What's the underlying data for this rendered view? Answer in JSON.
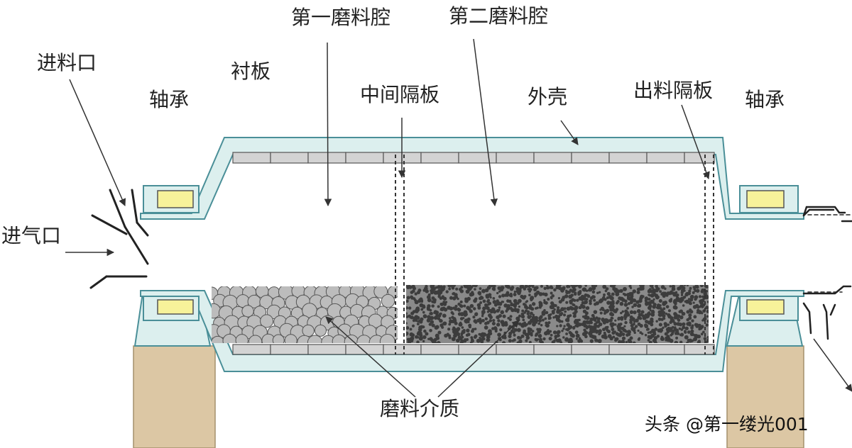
{
  "diagram": {
    "labels": {
      "chamber1": "第一磨料腔",
      "chamber2": "第二磨料腔",
      "feed_inlet": "进料口",
      "liner": "衬板",
      "bearing_left": "轴承",
      "middle_partition": "中间隔板",
      "shell": "外壳",
      "discharge_partition": "出料隔板",
      "bearing_right": "轴承",
      "air_inlet": "进气口",
      "grinding_media": "磨料介质"
    },
    "watermark": "头条 @第一缕光001",
    "colors": {
      "shell_fill": "#dcefee",
      "shell_stroke": "#4a8f98",
      "liner_fill": "#d3d3d3",
      "bearing_fill": "#f7f29a",
      "support_fill": "#dcc7a4",
      "coarse_media": "#bcbcbc",
      "fine_media": "#3c3c3c"
    }
  }
}
